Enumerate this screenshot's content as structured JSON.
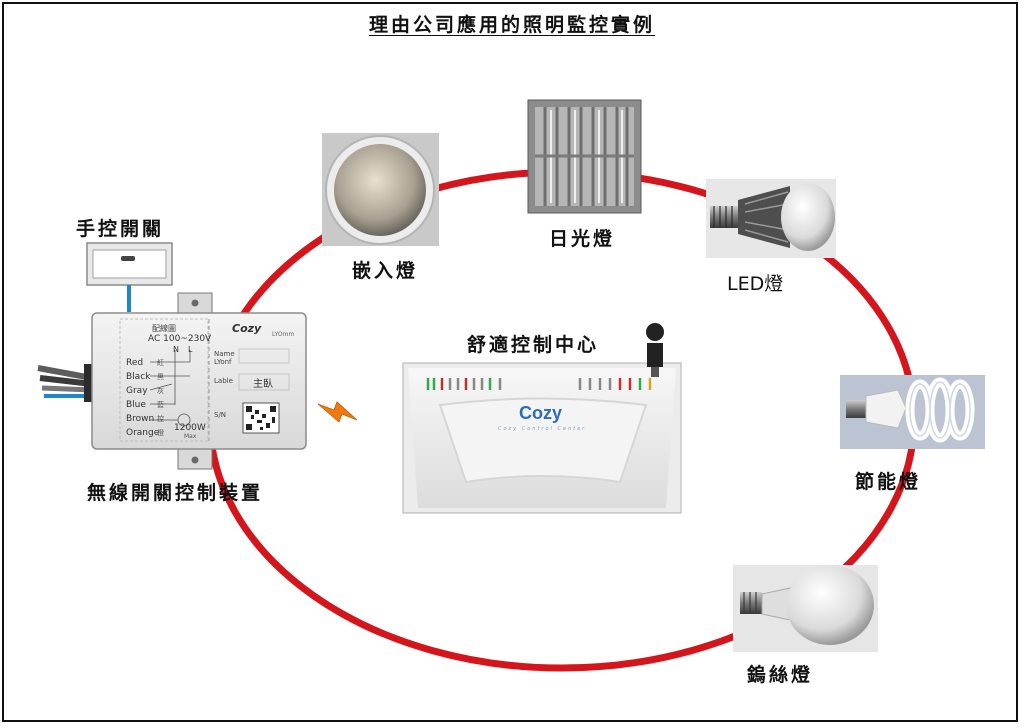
{
  "title": "理由公司應用的照明監控實例",
  "labels": {
    "hand_switch": "手控開關",
    "wireless_controller": "無線開關控制裝置",
    "recessed": "嵌入燈",
    "fluorescent": "日光燈",
    "led": "LED燈",
    "cfl": "節能燈",
    "incandescent": "鎢絲燈",
    "hub": "舒適控制中心"
  },
  "controller_box": {
    "brand": "Cozy",
    "model_small": "LYOmm",
    "wiring_title": "配線圖",
    "voltage": "AC 100~230V",
    "n_label": "N",
    "l_label": "L",
    "wires": [
      {
        "name": "Red",
        "cn": "紅"
      },
      {
        "name": "Black",
        "cn": "黑"
      },
      {
        "name": "Gray",
        "cn": "灰"
      },
      {
        "name": "Blue",
        "cn": "藍"
      },
      {
        "name": "Brown",
        "cn": "控"
      },
      {
        "name": "Orange",
        "cn": "橙"
      }
    ],
    "power": "1200W",
    "power_max": "Max",
    "name_label": "Name",
    "name_value": "LYonf",
    "lable_label": "Lable",
    "lable_value": "主臥",
    "sn_label": "S/N"
  },
  "hub_device": {
    "brand": "Cozy",
    "tagline": "Cozy Control Center"
  },
  "colors": {
    "ring": "#d4161c",
    "cable": "#1f86c9",
    "hub_brand": "#2a6fb6",
    "lightning": "#f07a10"
  }
}
